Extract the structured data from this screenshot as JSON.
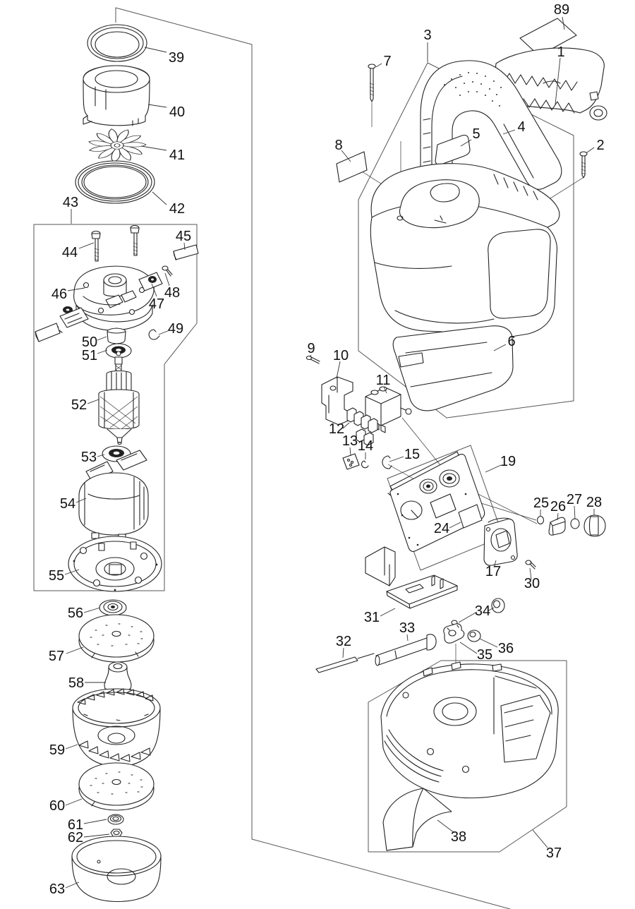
{
  "diagram": {
    "kind": "exploded-parts-diagram",
    "background_color": "#ffffff",
    "line_color": "#222222",
    "text_color": "#111111"
  },
  "part_numbers_visible": [
    1,
    2,
    3,
    4,
    5,
    6,
    7,
    8,
    9,
    10,
    11,
    12,
    13,
    14,
    15,
    17,
    19,
    24,
    25,
    26,
    27,
    28,
    30,
    31,
    32,
    33,
    34,
    35,
    36,
    37,
    38,
    39,
    40,
    41,
    42,
    43,
    44,
    45,
    46,
    47,
    48,
    49,
    50,
    51,
    52,
    53,
    54,
    55,
    56,
    57,
    58,
    59,
    60,
    61,
    62,
    63,
    89
  ],
  "callouts": {
    "1": "1",
    "2": "2",
    "3": "3",
    "4": "4",
    "5": "5",
    "6": "6",
    "7": "7",
    "8": "8",
    "9": "9",
    "10": "10",
    "11": "11",
    "12": "12",
    "13": "13",
    "14": "14",
    "15": "15",
    "17": "17",
    "19": "19",
    "24": "24",
    "25": "25",
    "26": "26",
    "27": "27",
    "28": "28",
    "30": "30",
    "31": "31",
    "32": "32",
    "33": "33",
    "34": "34",
    "35": "35",
    "36": "36",
    "37": "37",
    "38": "38",
    "39": "39",
    "40": "40",
    "41": "41",
    "42": "42",
    "43": "43",
    "44": "44",
    "45": "45",
    "46": "46",
    "47": "47",
    "48": "48",
    "49": "49",
    "50": "50",
    "51": "51",
    "52": "52",
    "53": "53",
    "54": "54",
    "55": "55",
    "56": "56",
    "57": "57",
    "58": "58",
    "59": "59",
    "60": "60",
    "61": "61",
    "62": "62",
    "63": "63",
    "89": "89"
  }
}
